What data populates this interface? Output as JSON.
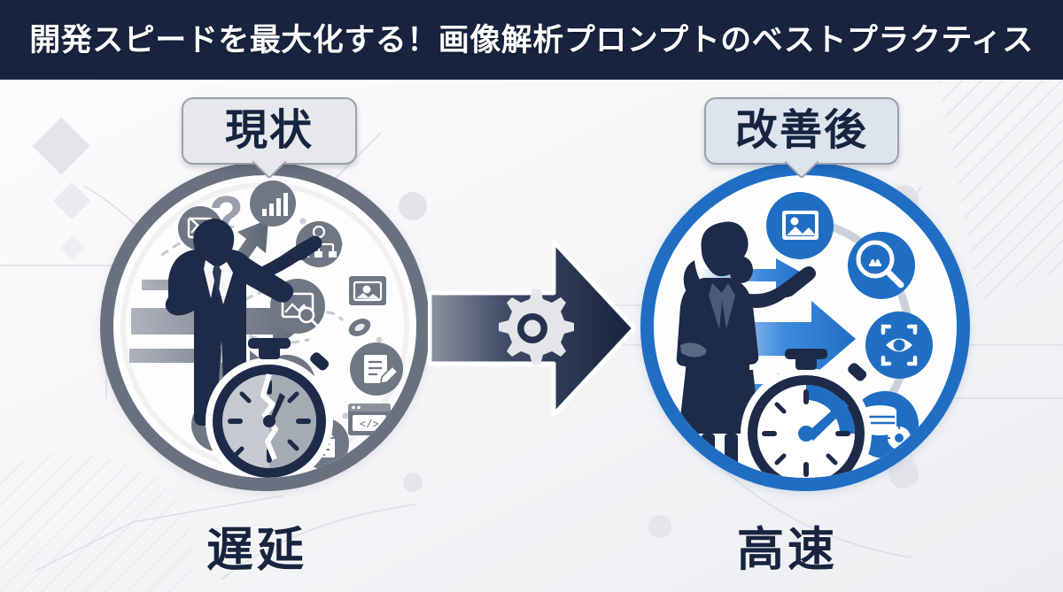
{
  "header": {
    "title": "開発スピードを最大化する！画像解析プロンプトのベストプラクティス",
    "background_color": "#18243f",
    "text_color": "#ffffff"
  },
  "theme": {
    "navy": "#18243f",
    "slate_gray": "#69707f",
    "accent_blue": "#1f6ec4",
    "light_blue": "#3e8ede",
    "page_background": "#f4f5f7",
    "bubble_gray": "#e6e8eb",
    "bubble_blue_gray": "#dde4ee",
    "bubble_border": "#9aa1ac"
  },
  "left_panel": {
    "badge_label": "現状",
    "badge_background": "#e6e8eb",
    "ring_color": "#69707f",
    "caption": "遅延",
    "figure": "businessman-silhouette",
    "mood_icon": "question-mark-icon",
    "timer": {
      "name": "broken-stopwatch-icon",
      "state": "cracked",
      "dial_color": "#b9bdc6"
    },
    "arrows": [
      {
        "name": "arrow-up-gray",
        "direction": "up-right",
        "color": "#6f7583"
      },
      {
        "name": "arrow-right-gray",
        "direction": "right",
        "color": "#787e8c"
      },
      {
        "name": "arrow-down-gray",
        "direction": "down-right",
        "color": "#6f7583"
      }
    ],
    "scattered_icons": [
      "broken-image-icon",
      "bar-chart-icon",
      "org-chart-icon",
      "image-search-icon",
      "image-window-icon",
      "paperclip-icon",
      "note-edit-icon",
      "image-message-icon",
      "code-window-icon",
      "gears-icon",
      "magnifier-icon",
      "document-icon"
    ]
  },
  "right_panel": {
    "badge_label": "改善後",
    "badge_background": "#dde4ee",
    "ring_color": "#1f6ec4",
    "caption": "高速",
    "figure": "businesswoman-silhouette",
    "timer": {
      "name": "fast-stopwatch-icon",
      "state": "running",
      "dial_color": "#ffffff",
      "needle_color": "#1f6ec4"
    },
    "arrows": [
      {
        "name": "arrow-right-blue-small",
        "direction": "right",
        "color": "#1f6ec4"
      },
      {
        "name": "arrow-right-blue-large",
        "direction": "right",
        "color": "#1f6ec4"
      },
      {
        "name": "arrow-right-blue-thin",
        "direction": "right",
        "color": "#1f6ec4"
      }
    ],
    "pipeline_icons": [
      "image-photo-icon",
      "magnifier-analyze-icon",
      "eye-focus-scanner-icon",
      "database-gear-icon"
    ]
  },
  "center": {
    "transition_arrow": "gear-arrow-right",
    "gear_icon": "gear-icon",
    "arrow_color": "#18243f",
    "gear_color": "#e3e5e9"
  },
  "background": {
    "decorations": [
      "diamond-large",
      "diamond-medium",
      "diamond-small",
      "diagonal-hatch-top-right",
      "diagonal-hatch-bottom-left",
      "circuit-lines",
      "node-dots"
    ]
  }
}
